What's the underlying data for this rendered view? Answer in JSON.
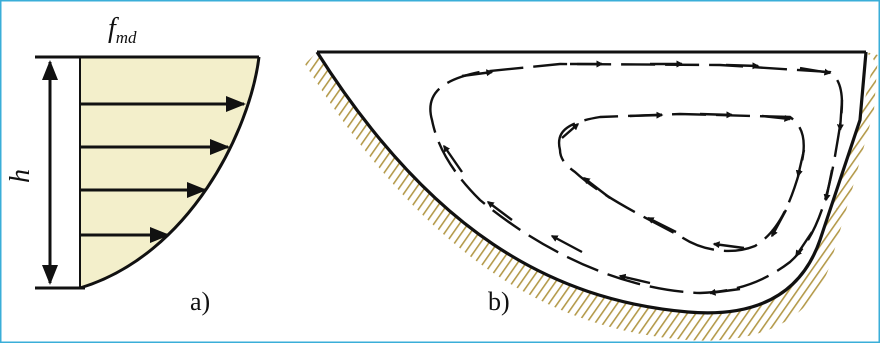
{
  "figure_a": {
    "symbol": "f",
    "symbol_subscript": "md",
    "dimension_label": "h",
    "caption": "a)"
  },
  "figure_b": {
    "caption": "b)"
  },
  "colors": {
    "frame_border": "#3aaed8",
    "velocity_fill": "#f3efcb",
    "hatch": "#b49a4a",
    "ink": "#111111"
  }
}
